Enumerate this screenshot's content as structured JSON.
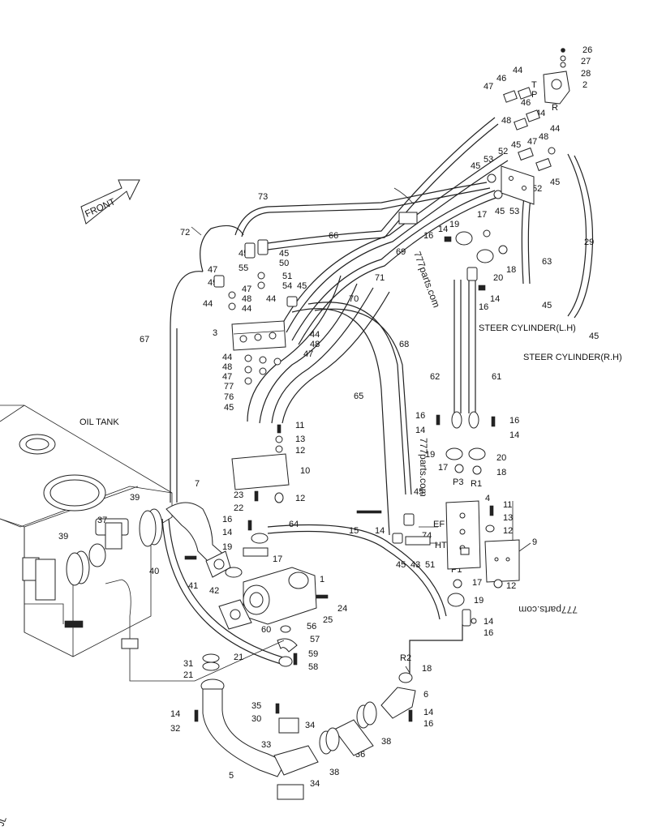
{
  "labels": {
    "front": "FRONT",
    "oil_tank": "OIL TANK",
    "steer_cyl_lh": "STEER CYLINDER(L.H)",
    "steer_cyl_rh": "STEER CYLINDER(R.H)",
    "port_p3": "P3",
    "port_r1": "R1",
    "port_p1": "P1",
    "port_r2": "R2",
    "port_ef": "EF",
    "port_ht": "HT",
    "port_t": "T",
    "port_p": "P",
    "port_r": "R",
    "watermark_1": "777parts.com",
    "watermark_2": "777parts.com",
    "watermark_3": "777parts.com",
    "corner_mark": "JL"
  },
  "parts": [
    {
      "id": "n26",
      "text": "26"
    },
    {
      "id": "n27",
      "text": "27"
    },
    {
      "id": "n28",
      "text": "28"
    },
    {
      "id": "n2",
      "text": "2"
    },
    {
      "id": "n44a",
      "text": "44"
    },
    {
      "id": "n47a",
      "text": "47"
    },
    {
      "id": "n46a",
      "text": "46"
    },
    {
      "id": "n46b",
      "text": "46"
    },
    {
      "id": "n48a",
      "text": "48"
    },
    {
      "id": "n44b",
      "text": "44"
    },
    {
      "id": "n44c",
      "text": "44"
    },
    {
      "id": "n48b",
      "text": "48"
    },
    {
      "id": "n47b",
      "text": "47"
    },
    {
      "id": "n45a",
      "text": "45"
    },
    {
      "id": "n52a",
      "text": "52"
    },
    {
      "id": "n53a",
      "text": "53"
    },
    {
      "id": "n45b",
      "text": "45"
    },
    {
      "id": "n52b",
      "text": "52"
    },
    {
      "id": "n45c",
      "text": "45"
    },
    {
      "id": "n53b",
      "text": "53"
    },
    {
      "id": "n45d",
      "text": "45"
    },
    {
      "id": "n73",
      "text": "73"
    },
    {
      "id": "n72",
      "text": "72"
    },
    {
      "id": "n66",
      "text": "66"
    },
    {
      "id": "n69",
      "text": "69"
    },
    {
      "id": "n17a",
      "text": "17"
    },
    {
      "id": "n19a",
      "text": "19"
    },
    {
      "id": "n14a",
      "text": "14"
    },
    {
      "id": "n16a",
      "text": "16"
    },
    {
      "id": "n18a",
      "text": "18"
    },
    {
      "id": "n20a",
      "text": "20"
    },
    {
      "id": "n16b",
      "text": "16"
    },
    {
      "id": "n14b",
      "text": "14"
    },
    {
      "id": "n63",
      "text": "63"
    },
    {
      "id": "n29",
      "text": "29"
    },
    {
      "id": "n45e",
      "text": "45"
    },
    {
      "id": "n45f",
      "text": "45"
    },
    {
      "id": "n45g",
      "text": "45"
    },
    {
      "id": "n50",
      "text": "50"
    },
    {
      "id": "n45h",
      "text": "45"
    },
    {
      "id": "n47c",
      "text": "47"
    },
    {
      "id": "n55",
      "text": "55"
    },
    {
      "id": "n49",
      "text": "49"
    },
    {
      "id": "n51a",
      "text": "51"
    },
    {
      "id": "n54",
      "text": "54"
    },
    {
      "id": "n45i",
      "text": "45"
    },
    {
      "id": "n47d",
      "text": "47"
    },
    {
      "id": "n48c",
      "text": "48"
    },
    {
      "id": "n44d",
      "text": "44"
    },
    {
      "id": "n44e",
      "text": "44"
    },
    {
      "id": "n44f",
      "text": "44"
    },
    {
      "id": "n71",
      "text": "71"
    },
    {
      "id": "n70",
      "text": "70"
    },
    {
      "id": "n3",
      "text": "3"
    },
    {
      "id": "n44g",
      "text": "44"
    },
    {
      "id": "n48d",
      "text": "48"
    },
    {
      "id": "n47e",
      "text": "47"
    },
    {
      "id": "n44h",
      "text": "44"
    },
    {
      "id": "n48e",
      "text": "48"
    },
    {
      "id": "n47f",
      "text": "47"
    },
    {
      "id": "n77",
      "text": "77"
    },
    {
      "id": "n76",
      "text": "76"
    },
    {
      "id": "n45j",
      "text": "45"
    },
    {
      "id": "n67",
      "text": "67"
    },
    {
      "id": "n68",
      "text": "68"
    },
    {
      "id": "n65",
      "text": "65"
    },
    {
      "id": "n62",
      "text": "62"
    },
    {
      "id": "n61",
      "text": "61"
    },
    {
      "id": "n16c",
      "text": "16"
    },
    {
      "id": "n14c",
      "text": "14"
    },
    {
      "id": "n16d",
      "text": "16"
    },
    {
      "id": "n14d",
      "text": "14"
    },
    {
      "id": "n11a",
      "text": "11"
    },
    {
      "id": "n13a",
      "text": "13"
    },
    {
      "id": "n12a",
      "text": "12"
    },
    {
      "id": "n10",
      "text": "10"
    },
    {
      "id": "n23",
      "text": "23"
    },
    {
      "id": "n22",
      "text": "22"
    },
    {
      "id": "n12b",
      "text": "12"
    },
    {
      "id": "n19b",
      "text": "19"
    },
    {
      "id": "n20b",
      "text": "20"
    },
    {
      "id": "n17b",
      "text": "17"
    },
    {
      "id": "n18b",
      "text": "18"
    },
    {
      "id": "n4",
      "text": "4"
    },
    {
      "id": "n11b",
      "text": "11"
    },
    {
      "id": "n13b",
      "text": "13"
    },
    {
      "id": "n12c",
      "text": "12"
    },
    {
      "id": "n9",
      "text": "9"
    },
    {
      "id": "n45k",
      "text": "45"
    },
    {
      "id": "n15",
      "text": "15"
    },
    {
      "id": "n14e",
      "text": "14"
    },
    {
      "id": "n74",
      "text": "74"
    },
    {
      "id": "n45l",
      "text": "45"
    },
    {
      "id": "n43",
      "text": "43"
    },
    {
      "id": "n51b",
      "text": "51"
    },
    {
      "id": "n17c",
      "text": "17"
    },
    {
      "id": "n12d",
      "text": "12"
    },
    {
      "id": "n19c",
      "text": "19"
    },
    {
      "id": "n14f",
      "text": "14"
    },
    {
      "id": "n16e",
      "text": "16"
    },
    {
      "id": "n7",
      "text": "7"
    },
    {
      "id": "n39a",
      "text": "39"
    },
    {
      "id": "n39b",
      "text": "39"
    },
    {
      "id": "n37",
      "text": "37"
    },
    {
      "id": "n40",
      "text": "40"
    },
    {
      "id": "n16f",
      "text": "16"
    },
    {
      "id": "n14g",
      "text": "14"
    },
    {
      "id": "n64",
      "text": "64"
    },
    {
      "id": "n19d",
      "text": "19"
    },
    {
      "id": "n17d",
      "text": "17"
    },
    {
      "id": "n41",
      "text": "41"
    },
    {
      "id": "n42",
      "text": "42"
    },
    {
      "id": "n1",
      "text": "1"
    },
    {
      "id": "n24",
      "text": "24"
    },
    {
      "id": "n25",
      "text": "25"
    },
    {
      "id": "n60",
      "text": "60"
    },
    {
      "id": "n56",
      "text": "56"
    },
    {
      "id": "n57",
      "text": "57"
    },
    {
      "id": "n59",
      "text": "59"
    },
    {
      "id": "n58",
      "text": "58"
    },
    {
      "id": "n21a",
      "text": "21"
    },
    {
      "id": "n31",
      "text": "31"
    },
    {
      "id": "n21b",
      "text": "21"
    },
    {
      "id": "n18c",
      "text": "18"
    },
    {
      "id": "n6",
      "text": "6"
    },
    {
      "id": "n14h",
      "text": "14"
    },
    {
      "id": "n16g",
      "text": "16"
    },
    {
      "id": "n35",
      "text": "35"
    },
    {
      "id": "n30",
      "text": "30"
    },
    {
      "id": "n34a",
      "text": "34"
    },
    {
      "id": "n14i",
      "text": "14"
    },
    {
      "id": "n32",
      "text": "32"
    },
    {
      "id": "n33",
      "text": "33"
    },
    {
      "id": "n36",
      "text": "36"
    },
    {
      "id": "n38a",
      "text": "38"
    },
    {
      "id": "n38b",
      "text": "38"
    },
    {
      "id": "n5",
      "text": "5"
    },
    {
      "id": "n34b",
      "text": "34"
    }
  ]
}
